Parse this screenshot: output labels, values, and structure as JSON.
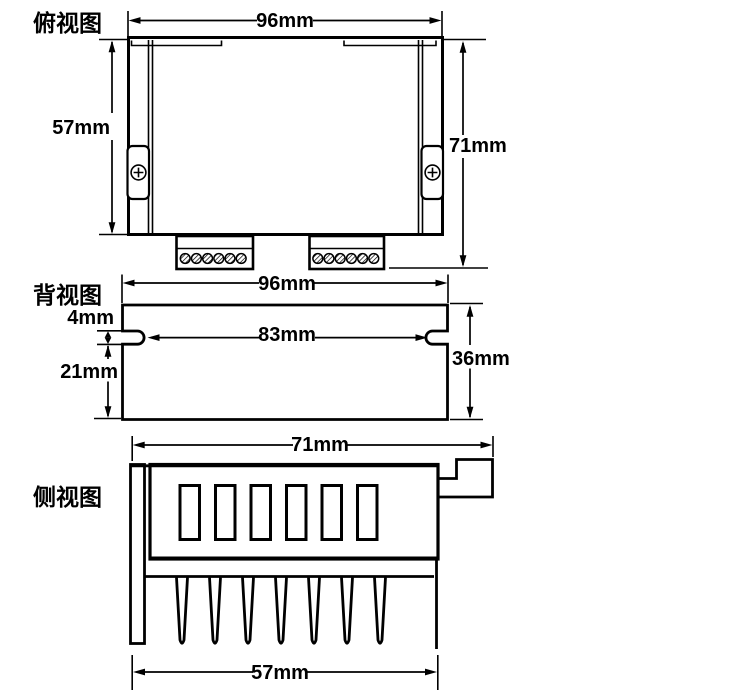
{
  "drawing": {
    "background": "#ffffff",
    "line_color": "#000000",
    "views": {
      "top": {
        "label": "俯视图",
        "width": "96mm",
        "depth": "57mm",
        "depth_with_connectors": "71mm"
      },
      "back": {
        "label": "背视图",
        "width": "96mm",
        "slot_height": "4mm",
        "slot_to_base": "21mm",
        "slot_span": "83mm",
        "height": "36mm"
      },
      "side": {
        "label": "侧视图",
        "width": "71mm",
        "heatsink_width": "57mm"
      }
    }
  }
}
